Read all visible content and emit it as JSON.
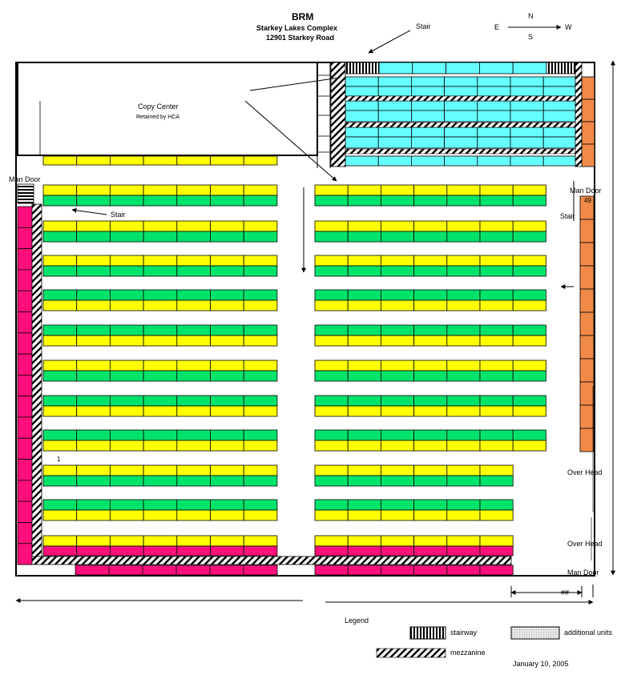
{
  "header": {
    "title": "BRM",
    "complex": "Starkey Lakes Complex",
    "address": "12901 Starkey Road"
  },
  "compass": {
    "n": "N",
    "s": "S",
    "e": "E",
    "w": "W"
  },
  "labels": {
    "stair_top": "Stair",
    "stair_left": "Stair",
    "stair_right": "Stair",
    "copy_center": "Copy Center",
    "copy_center_sub": "Retained by HCA",
    "man_door_left": "Man Door",
    "man_door_right": "Man Door",
    "man_door_bottom": "Man Door",
    "overhead_1": "Over Head",
    "overhead_2": "Over Head",
    "unit_49": "49",
    "unit_1": "1",
    "dimension": "##"
  },
  "legend": {
    "title": "Legend",
    "stairway": "stairway",
    "additional": "additional units",
    "mezzanine": "mezzanine",
    "date": "January 10, 2005"
  },
  "colors": {
    "yellow": "#ffff00",
    "green": "#00e36b",
    "cyan": "#66ffff",
    "magenta": "#ff0f7b",
    "orange": "#f08a48"
  }
}
